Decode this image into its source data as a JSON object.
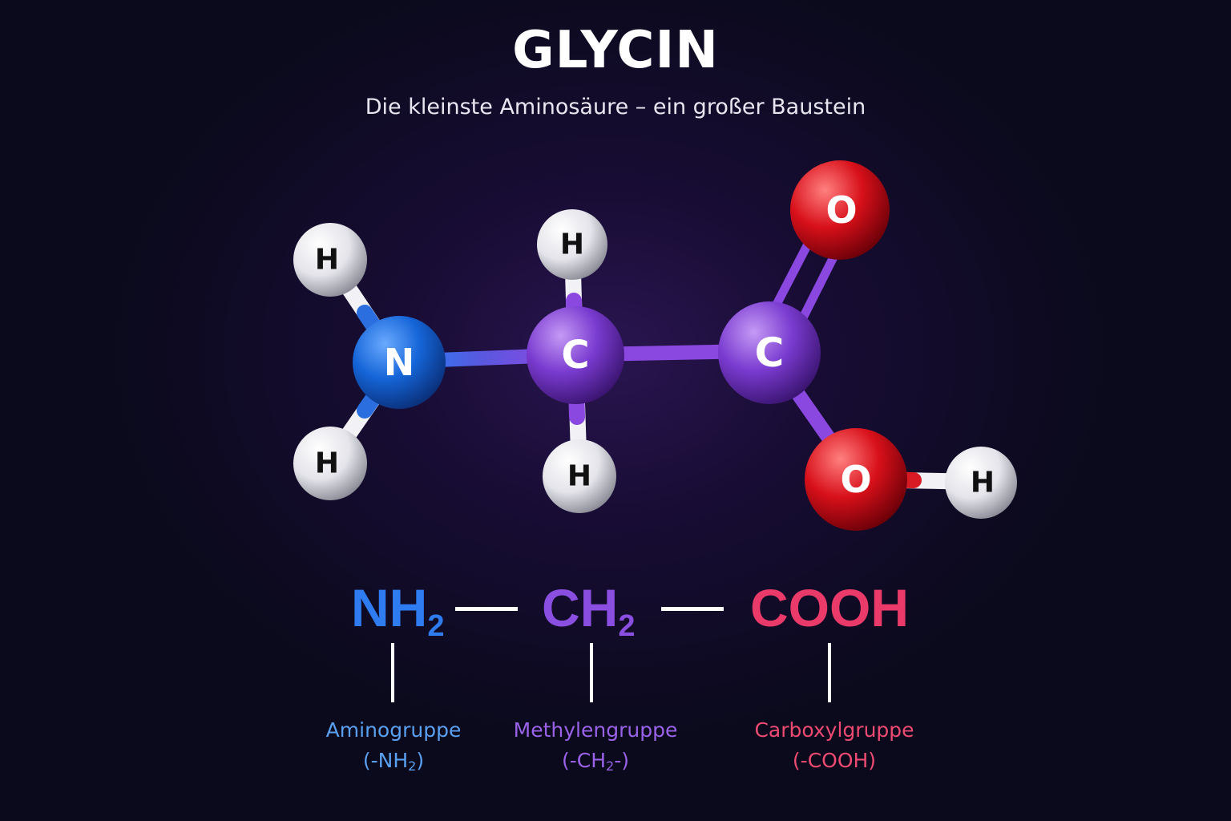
{
  "title": "GLYCIN",
  "subtitle": "Die kleinste Aminosäure – ein großer Baustein",
  "atoms": {
    "h_amino_top": "H",
    "h_amino_bottom": "H",
    "n": "N",
    "h_ch2_top": "H",
    "h_ch2_bottom": "H",
    "c_methylene": "C",
    "c_carboxyl": "C",
    "o_double": "O",
    "o_hydroxyl": "O",
    "h_hydroxyl": "H"
  },
  "formula": {
    "amino": {
      "main": "NH",
      "sub": "2"
    },
    "methylene": {
      "main": "CH",
      "sub": "2"
    },
    "carboxyl": {
      "main": "COOH"
    }
  },
  "groups": {
    "amino": {
      "name": "Aminogruppe",
      "formula_pre": "(-NH",
      "formula_sub": "2",
      "formula_post": ")"
    },
    "methylene": {
      "name": "Methylengruppe",
      "formula_pre": "(-CH",
      "formula_sub": "2",
      "formula_post": "-)"
    },
    "carboxyl": {
      "name": "Carboxylgruppe",
      "formula_pre": "(-COOH)"
    }
  },
  "colors": {
    "nitrogen": "#1565d8",
    "carbon": "#7a3bd0",
    "oxygen": "#d8101a",
    "hydrogen": "#ffffff",
    "amino_formula": "#2f7cf0",
    "methylene_formula": "#8a4fe0",
    "carboxyl_formula": "#ea3a6a",
    "amino_label": "#5aa0f0",
    "methylene_label": "#9a62e8",
    "carboxyl_label": "#ee4a72"
  }
}
